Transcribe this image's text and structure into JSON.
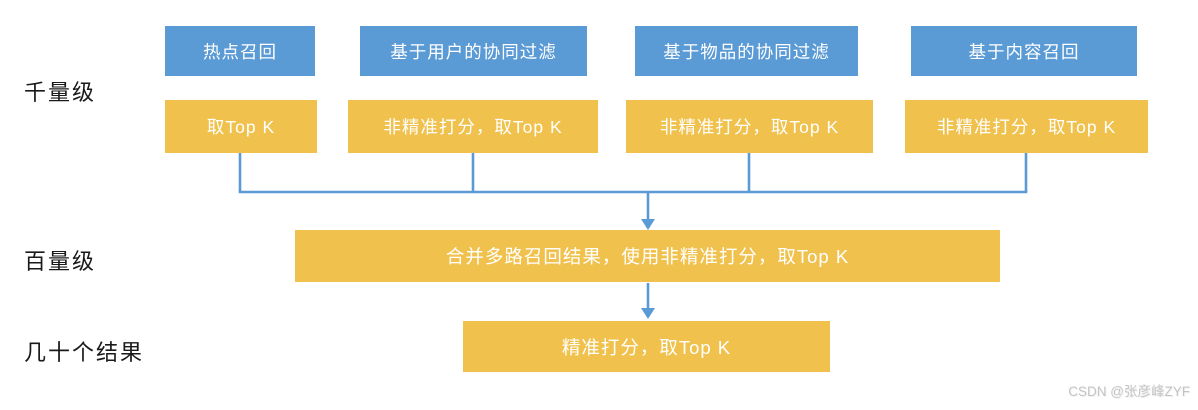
{
  "diagram": {
    "stage_labels": [
      {
        "label": "千量级"
      },
      {
        "label": "百量级"
      },
      {
        "label": "几十个结果"
      }
    ],
    "columns": [
      {
        "recall": "热点召回",
        "topk": "取Top K"
      },
      {
        "recall": "基于用户的协同过滤",
        "topk": "非精准打分，取Top K"
      },
      {
        "recall": "基于物品的协同过滤",
        "topk": "非精准打分，取Top K"
      },
      {
        "recall": "基于内容召回",
        "topk": "非精准打分，取Top K"
      }
    ],
    "merge_box": "合并多路召回结果，使用非精准打分，取Top K",
    "final_box": "精准打分，取Top K"
  },
  "watermark": "CSDN @张彦峰ZYF",
  "colors": {
    "recall_box": "#5B9BD5",
    "topk_box": "#F0C24D",
    "connector": "#5B9BD5",
    "box_text": "#FFFFFF",
    "label_text": "#1A1A1A",
    "watermark_text": "#C4C4C4"
  }
}
